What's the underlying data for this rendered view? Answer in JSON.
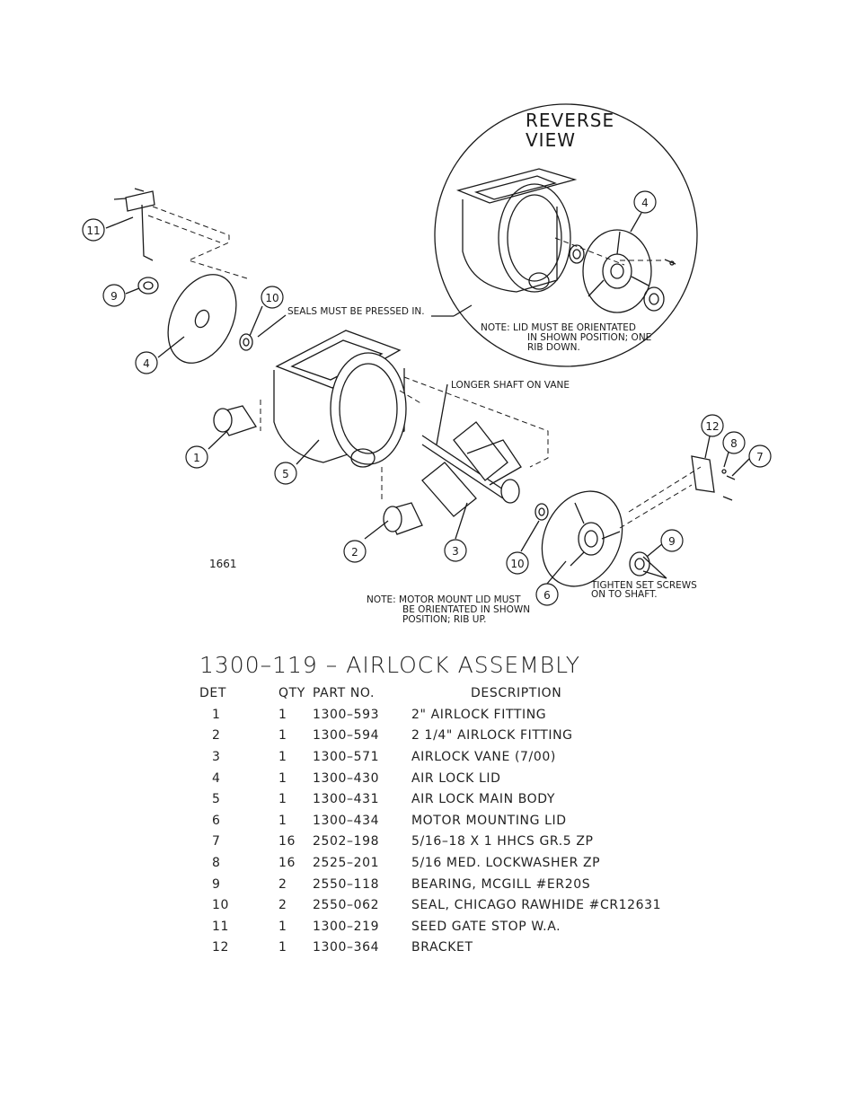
{
  "diagram": {
    "reverse_view_label": [
      "REVERSE",
      "VIEW"
    ],
    "notes": {
      "seals": "SEALS MUST BE PRESSED IN.",
      "lid_orientation": [
        "NOTE: LID MUST BE ORIENTATED",
        "IN SHOWN POSITION; ONE",
        "RIB DOWN."
      ],
      "longer_shaft": "LONGER SHAFT ON VANE",
      "set_screws": [
        "TIGHTEN SET SCREWS",
        "ON TO SHAFT."
      ],
      "motor_mount": [
        "NOTE: MOTOR MOUNT LID MUST",
        "BE ORIENTATED IN SHOWN",
        "POSITION; RIB UP."
      ]
    },
    "drawing_number": "1661",
    "callouts": [
      "11",
      "9",
      "10",
      "4",
      "1",
      "5",
      "2",
      "3",
      "10",
      "6",
      "9",
      "12",
      "8",
      "7",
      "4"
    ]
  },
  "title": "1300–119  –  AIRLOCK ASSEMBLY",
  "table": {
    "headers": {
      "det": "DET",
      "qty": "QTY",
      "part": "PART NO.",
      "desc": "DESCRIPTION"
    },
    "rows": [
      {
        "det": "1",
        "qty": "1",
        "part": "1300–593",
        "desc": "2\" AIRLOCK FITTING"
      },
      {
        "det": "2",
        "qty": "1",
        "part": "1300–594",
        "desc": "2 1/4\" AIRLOCK FITTING"
      },
      {
        "det": "3",
        "qty": "1",
        "part": "1300–571",
        "desc": "AIRLOCK VANE (7/00)"
      },
      {
        "det": "4",
        "qty": "1",
        "part": "1300–430",
        "desc": "AIR LOCK LID"
      },
      {
        "det": "5",
        "qty": "1",
        "part": "1300–431",
        "desc": "AIR LOCK MAIN BODY"
      },
      {
        "det": "6",
        "qty": "1",
        "part": "1300–434",
        "desc": "MOTOR MOUNTING LID"
      },
      {
        "det": "7",
        "qty": "16",
        "part": "2502–198",
        "desc": "5/16–18 X 1 HHCS GR.5 ZP"
      },
      {
        "det": "8",
        "qty": "16",
        "part": "2525–201",
        "desc": "5/16 MED. LOCKWASHER   ZP"
      },
      {
        "det": "9",
        "qty": "2",
        "part": "2550–118",
        "desc": "BEARING, MCGILL #ER20S"
      },
      {
        "det": "10",
        "qty": "2",
        "part": "2550–062",
        "desc": "SEAL, CHICAGO RAWHIDE #CR12631"
      },
      {
        "det": "11",
        "qty": "1",
        "part": "1300–219",
        "desc": "SEED GATE STOP W.A."
      },
      {
        "det": "12",
        "qty": "1",
        "part": "1300–364",
        "desc": "BRACKET"
      }
    ]
  }
}
